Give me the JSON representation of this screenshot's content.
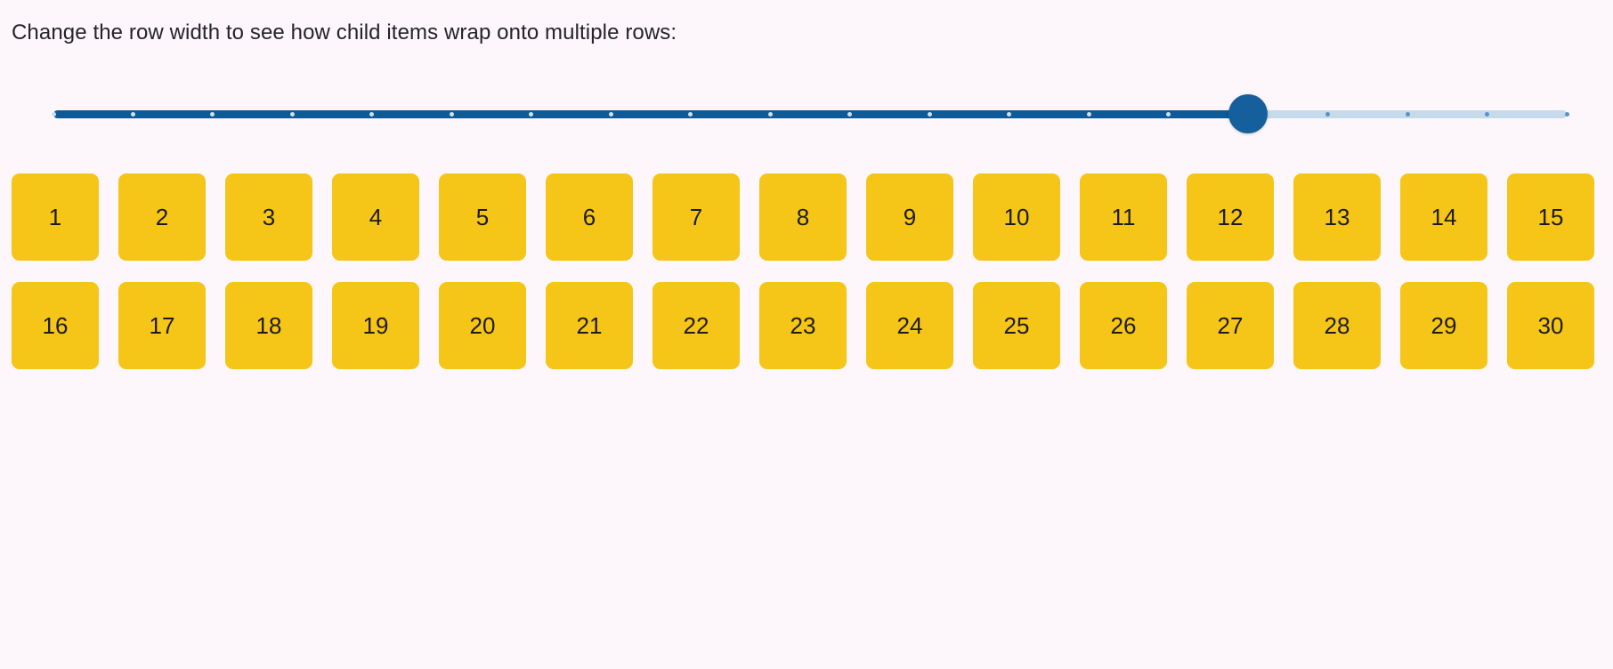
{
  "page": {
    "background_color": "#fdf6fb",
    "instruction": "Change the row width to see how child items wrap onto multiple rows:"
  },
  "slider": {
    "name": "row-width-slider",
    "orientation": "horizontal",
    "min": 0,
    "max": 19,
    "value": 15,
    "total_ticks": 20,
    "filled_ticks": 15,
    "track_color_filled": "#0d5a96",
    "track_color_empty": "#c5daeb",
    "thumb_color": "#15609c",
    "tick_color_filled": "#cfe0ee",
    "tick_color_empty": "#5d93c3"
  },
  "items": {
    "box_color": "#f5c518",
    "text_color": "#1c1c1c",
    "count": 30,
    "per_row": 15,
    "labels": [
      "1",
      "2",
      "3",
      "4",
      "5",
      "6",
      "7",
      "8",
      "9",
      "10",
      "11",
      "12",
      "13",
      "14",
      "15",
      "16",
      "17",
      "18",
      "19",
      "20",
      "21",
      "22",
      "23",
      "24",
      "25",
      "26",
      "27",
      "28",
      "29",
      "30"
    ]
  }
}
